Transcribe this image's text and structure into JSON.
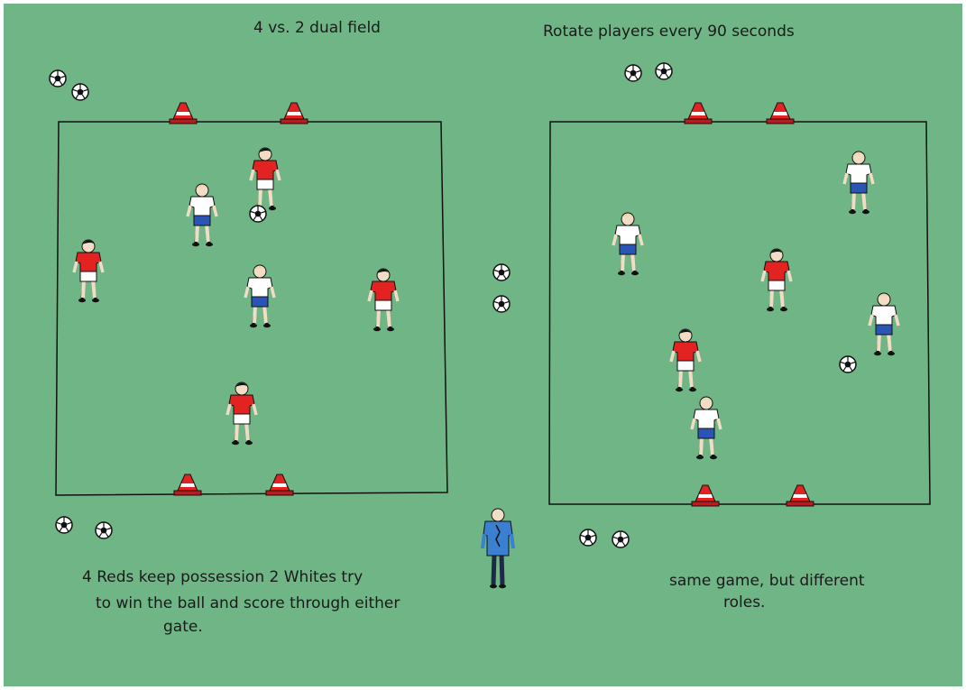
{
  "title": "4 vs. 2 dual field",
  "instruction": "Rotate players every 90 seconds",
  "left_caption": {
    "line1": "4 Reds keep possession 2 Whites try",
    "line2": "to win the ball and score through either",
    "line3": "gate."
  },
  "right_caption": {
    "line1": "same game, but different",
    "line2": "roles."
  },
  "colors": {
    "grass": "#6fb586",
    "red_team": "#e32222",
    "white_team": "#ffffff",
    "shorts_blue": "#2b55b5",
    "cone": "#e32222",
    "coach": "#3a7fd0"
  },
  "fields": {
    "left": {
      "red_players": 4,
      "white_players": 2,
      "gates": 2
    },
    "right": {
      "red_players": 2,
      "white_players": 4,
      "gates": 2
    }
  }
}
